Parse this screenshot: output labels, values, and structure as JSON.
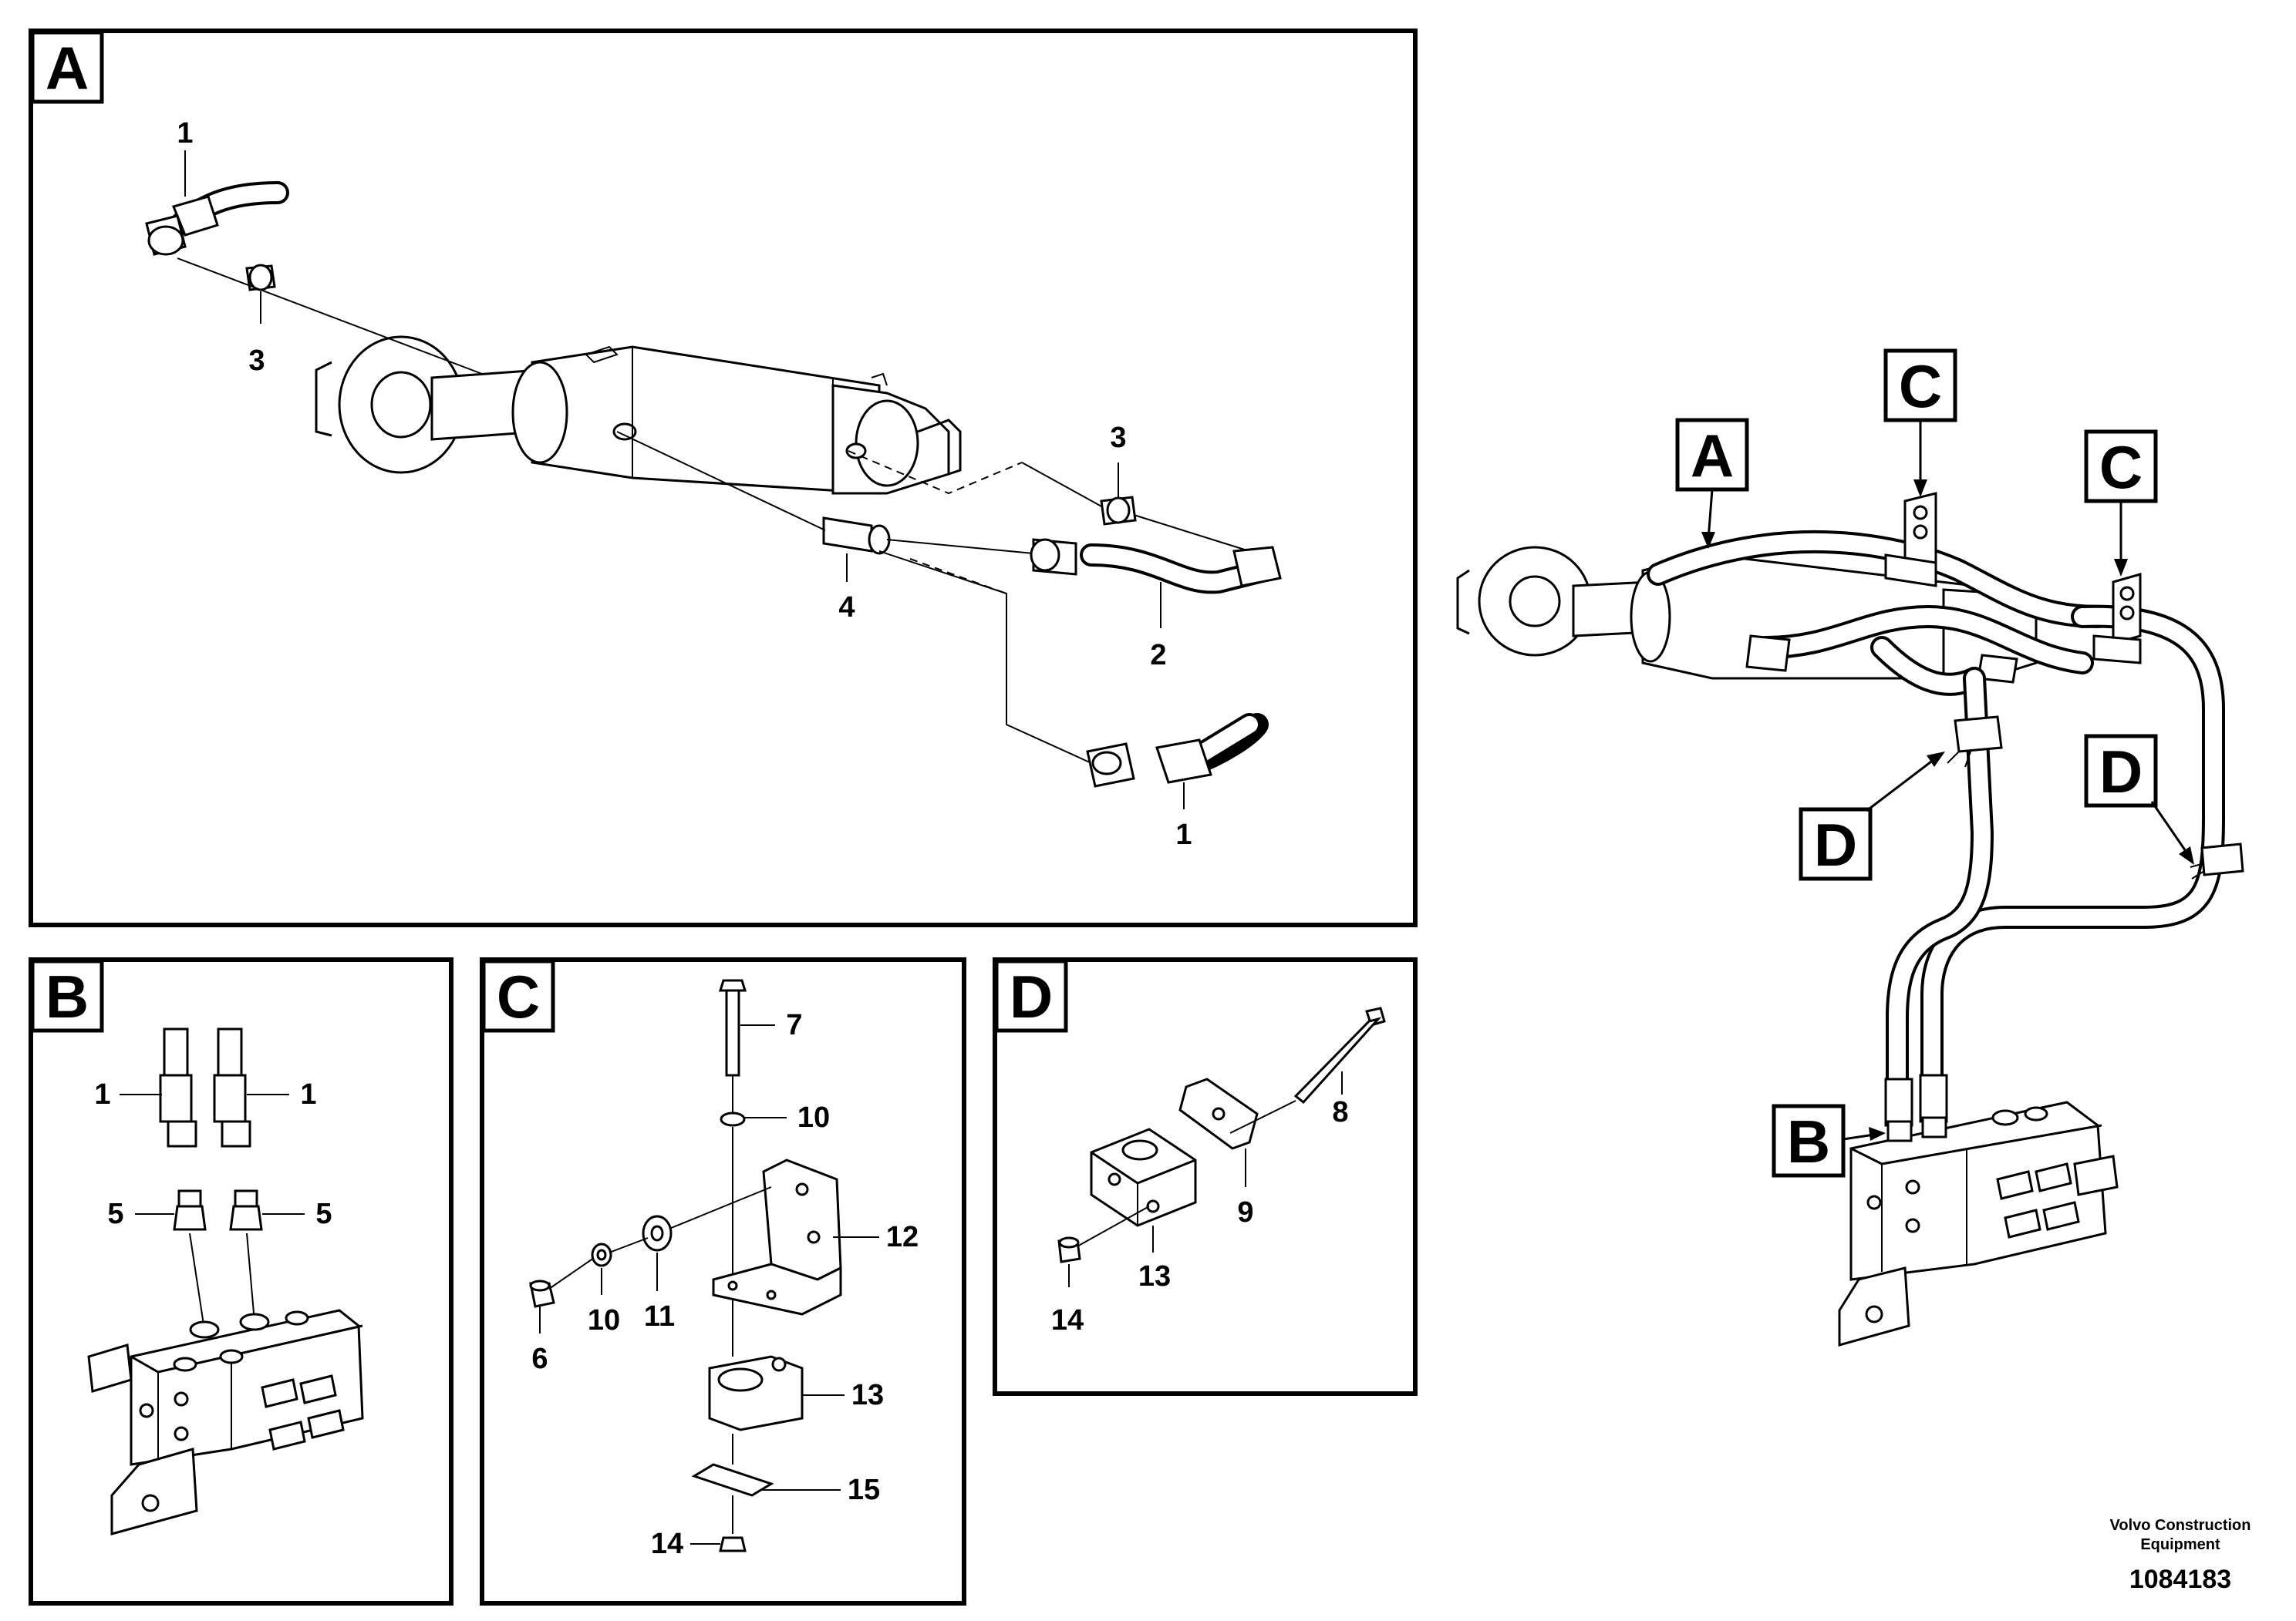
{
  "panels": {
    "A": {
      "letter": "A",
      "labels": {
        "p1a": "1",
        "p3a": "3",
        "p3b": "3",
        "p4": "4",
        "p2": "2",
        "p1b": "1"
      }
    },
    "B": {
      "letter": "B",
      "labels": {
        "p1a": "1",
        "p1b": "1",
        "p5a": "5",
        "p5b": "5"
      }
    },
    "C": {
      "letter": "C",
      "labels": {
        "p7": "7",
        "p10a": "10",
        "p12": "12",
        "p6": "6",
        "p10b": "10",
        "p11": "11",
        "p13": "13",
        "p15": "15",
        "p14": "14"
      }
    },
    "D": {
      "letter": "D",
      "labels": {
        "p8": "8",
        "p9": "9",
        "p13": "13",
        "p14": "14"
      }
    }
  },
  "overview": {
    "callouts": {
      "A": "A",
      "C1": "C",
      "C2": "C",
      "D1": "D",
      "D2": "D",
      "B": "B"
    }
  },
  "footer": {
    "company_line1": "Volvo Construction",
    "company_line2": "Equipment",
    "drawing_number": "1084183"
  }
}
